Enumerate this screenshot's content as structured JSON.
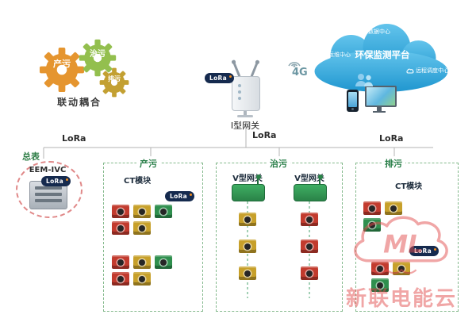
{
  "gears": {
    "items": [
      {
        "label": "产污",
        "color": "#e5952f"
      },
      {
        "label": "治污",
        "color": "#93bf4e"
      },
      {
        "label": "排污",
        "color": "#c3a032"
      }
    ],
    "caption": "联动耦合"
  },
  "gateway": {
    "label": "I型网关",
    "lora_badge": "LoRa",
    "signal_label": "4G"
  },
  "cloud": {
    "title": "环保监测平台",
    "badges": [
      {
        "label": "数据中心"
      },
      {
        "label": "运维中心"
      },
      {
        "label": "远程调度中心"
      }
    ]
  },
  "bus": {
    "lora_labels": [
      "LoRa",
      "LoRa",
      "LoRa"
    ]
  },
  "meter": {
    "label": "总表",
    "device_label": "EEM-IVC",
    "lora": "LoRa"
  },
  "zones": [
    {
      "title": "产污",
      "module_label": "CT模块",
      "lora": "LoRa",
      "clusters": [
        [
          "red",
          "yellow",
          "green",
          "red",
          "yellow"
        ],
        [
          "red",
          "yellow",
          "green",
          "red",
          "yellow"
        ]
      ]
    },
    {
      "title": "治污",
      "columns": [
        {
          "gateway_label": "V型网关",
          "modules": [
            "yellow",
            "yellow",
            "yellow"
          ]
        },
        {
          "gateway_label": "V型网关",
          "modules": [
            "red",
            "red",
            "red"
          ]
        }
      ]
    },
    {
      "title": "排污",
      "module_label": "CT模块",
      "lora": "LoRa",
      "clusters": [
        [
          "red",
          "yellow",
          "green"
        ],
        [
          "red",
          "yellow",
          "green"
        ]
      ]
    }
  ],
  "watermark": {
    "logo": "ML",
    "text": "新联电能云"
  },
  "colors": {
    "cloud_blue": "#2aa0d6",
    "lora_badge_bg": "#152a4e",
    "module_red": "#c23b2e",
    "module_yellow": "#c7a02a",
    "module_green": "#2f8f4e",
    "zone_border": "#84b98c",
    "meter_ring": "#e08888",
    "watermark_red": "#e34f4f"
  }
}
